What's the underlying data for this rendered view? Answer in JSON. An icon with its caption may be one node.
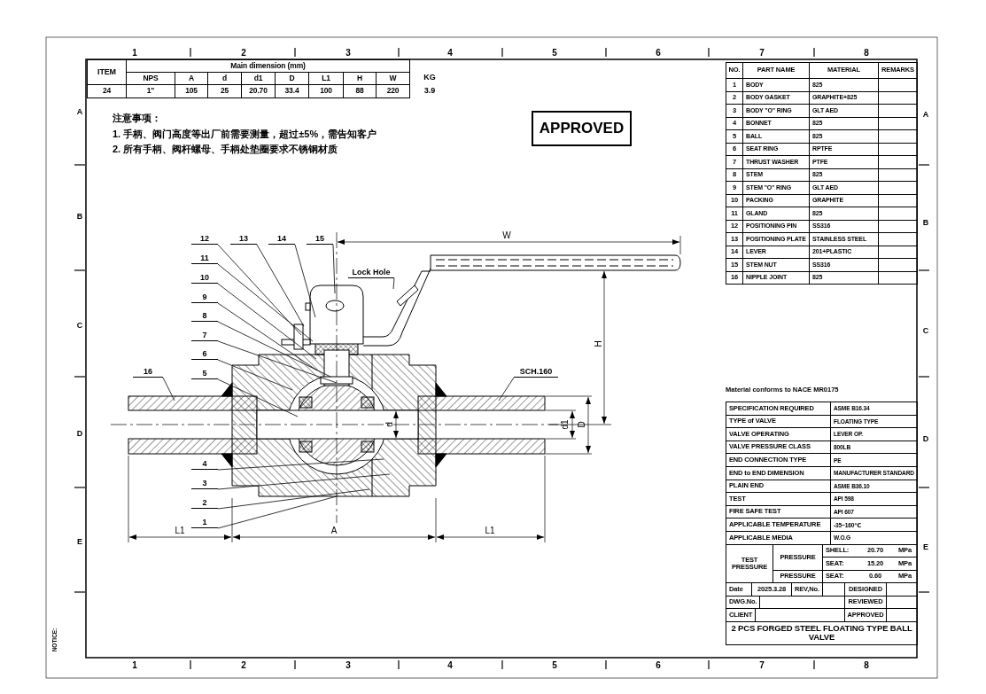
{
  "diagram": {
    "nodes": [
      {
        "text": [
          "APPROVED"
        ]
      },
      {
        "text": [
          "12"
        ]
      },
      {
        "text": [
          "13"
        ]
      },
      {
        "text": [
          "14"
        ]
      },
      {
        "text": [
          "15"
        ]
      },
      {
        "text": [
          "Lock Hole"
        ]
      },
      {
        "text": [
          "11"
        ]
      },
      {
        "text": [
          "10"
        ]
      },
      {
        "text": [
          "9"
        ]
      },
      {
        "text": [
          "8"
        ]
      },
      {
        "text": [
          "7"
        ]
      },
      {
        "text": [
          "6"
        ]
      },
      {
        "text": [
          "5"
        ]
      },
      {
        "text": [
          "16"
        ]
      },
      {
        "text": [
          "SCH.160"
        ]
      },
      {
        "text": [
          "4"
        ]
      },
      {
        "text": [
          "3"
        ]
      },
      {
        "text": [
          "2"
        ]
      },
      {
        "text": [
          "1"
        ]
      }
    ],
    "edges": [
      {
        "from": 1,
        "to": null,
        "arrow": "none"
      },
      {
        "from": 2,
        "to": null,
        "arrow": "none"
      },
      {
        "from": 3,
        "to": null,
        "arrow": "none"
      },
      {
        "from": 4,
        "to": null,
        "arrow": "none"
      },
      {
        "from": 5,
        "to": null,
        "arrow": "none"
      },
      {
        "from": 6,
        "to": null,
        "arrow": "none"
      },
      {
        "from": 7,
        "to": null,
        "arrow": "none"
      },
      {
        "from": 8,
        "to": null,
        "arrow": "none"
      },
      {
        "from": 9,
        "to": null,
        "arrow": "none"
      },
      {
        "from": 10,
        "to": null,
        "arrow": "none"
      },
      {
        "from": 11,
        "to": null,
        "arrow": "none"
      },
      {
        "from": 12,
        "to": null,
        "arrow": "none"
      },
      {
        "from": 13,
        "to": null,
        "arrow": "none"
      },
      {
        "from": 14,
        "to": null,
        "arrow": "none"
      },
      {
        "from": 15,
        "to": null,
        "arrow": "none"
      },
      {
        "from": 16,
        "to": null,
        "arrow": "none"
      },
      {
        "from": 17,
        "to": null,
        "arrow": "none"
      },
      {
        "from": 18,
        "to": null,
        "arrow": "none"
      }
    ],
    "labels": [
      "1",
      "2",
      "3",
      "4",
      "5",
      "6",
      "7",
      "8",
      "ITEM",
      "Main dimension (mm)",
      "NPS",
      "A",
      "d",
      "d1",
      "D",
      "L1",
      "H",
      "W",
      "KG",
      "24",
      "1\"",
      "105",
      "25",
      "20.70",
      "33.4",
      "100",
      "88",
      "220",
      "3.9",
      "NO.",
      "PART NAME",
      "MATERIAL",
      "REMARKS",
      "1",
      "BODY",
      "825",
      "2",
      "BODY GASKET",
      "GRAPHITE+825",
      "3",
      "BODY \"O\" RING",
      "GLT AED",
      "4",
      "BONNET",
      "825",
      "5",
      "BALL",
      "825",
      "6",
      "SEAT RING",
      "RPTFE",
      "7",
      "THRUST WASHER",
      "PTFE",
      "8",
      "STEM",
      "825",
      "9",
      "STEM \"O\" RING",
      "GLT AED",
      "10",
      "PACKING",
      "GRAPHITE",
      "11",
      "GLAND",
      "825",
      "12",
      "POSITIONING PIN",
      "SS316",
      "13",
      "POSITIONING PLATE",
      "STAINLESS STEEL",
      "14",
      "LEVER",
      "201+PLASTIC",
      "15",
      "STEM NUT",
      "SS316",
      "16",
      "NIPPLE JOINT",
      "825",
      "A",
      "A",
      "B",
      "B",
      "C",
      "C",
      "D",
      "D",
      "E",
      "E",
      "注意事项：",
      "1. 手柄、阀门高度等出厂前需要测量，超过±5%，需告知客户",
      "2. 所有手柄、阀杆螺母、手柄处垫圈要求不锈钢材质",
      "W",
      "H",
      "d",
      "d1",
      "D",
      "L1",
      "A",
      "L1",
      "Material conforms to NACE MR0175",
      "SPECIFICATION REQUIRED",
      "ASME B16.34",
      "TYPE of VALVE",
      "FLOATING TYPE",
      "VALVE OPERATING",
      "LEVER OP.",
      "VALVE PRESSURE CLASS",
      "800LB",
      "END CONNECTION TYPE",
      "PE",
      "END to END DIMENSION",
      "MANUFACTURER STANDARD",
      "PLAIN END",
      "ASME B36.10",
      "TEST",
      "API 598",
      "FIRE SAFE TEST",
      "API 607",
      "APPLICABLE TEMPERATURE",
      "-35~160℃",
      "APPLICABLE MEDIA",
      "W.O.G",
      "TEST PRESSURE",
      "PRESSURE",
      "SHELL:",
      "20.70",
      "MPa",
      "SEAT:",
      "15.20",
      "MPa",
      "PRESSURE",
      "SEAT:",
      "0.60",
      "MPa",
      "Date",
      "2025.3.28",
      "REV,No.",
      "DESIGNED",
      "DWG.No.",
      "REVIEWED",
      "CLIENT",
      "APPROVED",
      "2 PCS FORGED STEEL FLOATING TYPE BALL VALVE",
      "NOTICE:",
      "1",
      "2",
      "3",
      "4",
      "5",
      "6",
      "7",
      "8"
    ]
  }
}
